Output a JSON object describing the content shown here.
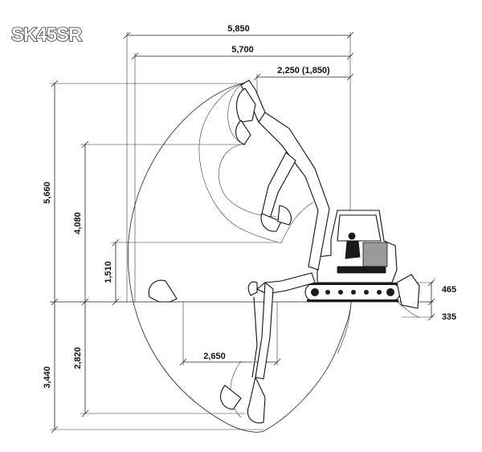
{
  "title": "SK45SR",
  "dimensions": {
    "max_reach": "5,850",
    "max_reach_ground": "5,700",
    "min_swing_radius": "2,250 (1,850)",
    "max_dig_height": "5,660",
    "max_dump_height": "4,080",
    "min_dump_height": "1,510",
    "max_dig_depth": "3,440",
    "max_vertical_wall_depth": "2,820",
    "level_cut_length": "2,650",
    "blade_lift": "465",
    "blade_depth": "335"
  }
}
